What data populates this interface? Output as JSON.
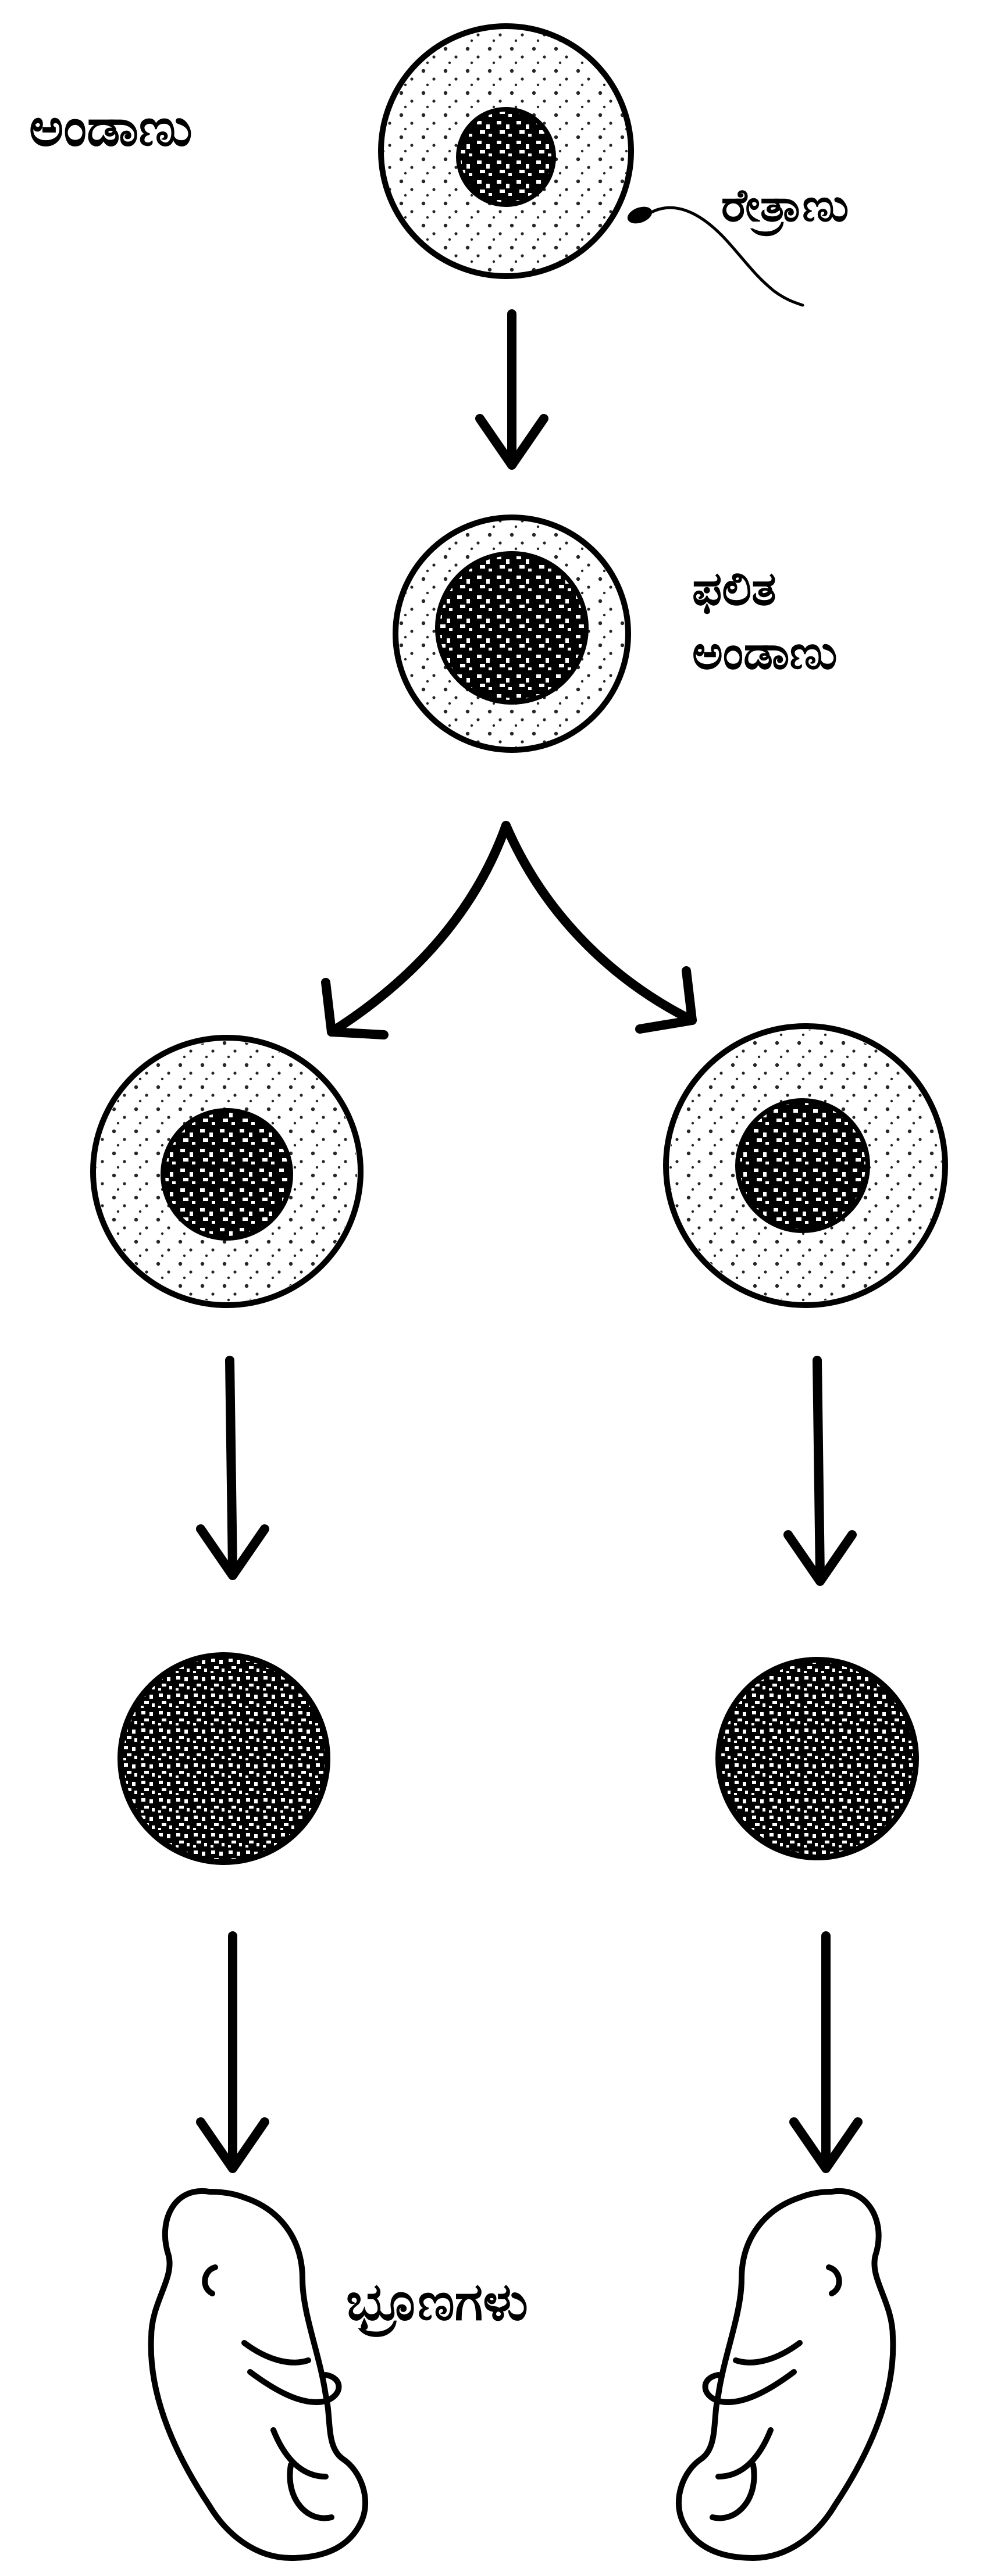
{
  "labels": {
    "egg": "ಅಂಡಾಣು",
    "sperm": "ರೇತ್ರಾಣು",
    "zygote_line1": "ಫಲಿತ",
    "zygote_line2": "ಅಂಡಾಣು",
    "embryos": "ಭ್ರೂಣಗಳು"
  },
  "colors": {
    "ink": "#000000",
    "paper": "#ffffff",
    "cytoplasm": "#f4f1e8"
  }
}
